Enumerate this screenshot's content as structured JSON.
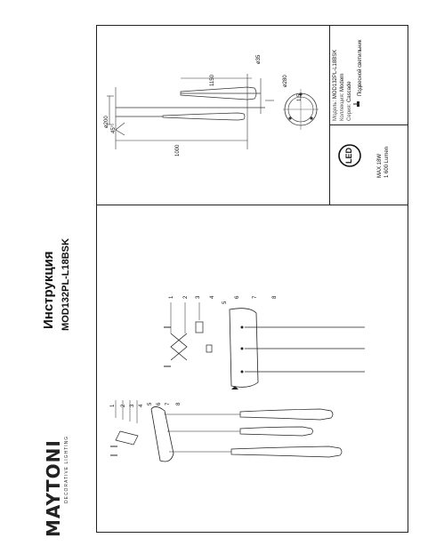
{
  "brand": {
    "name": "MAYTONI",
    "tagline": "DECORATIVE LIGHTING"
  },
  "document": {
    "title": "Инструкция",
    "model": "MOD132PL-L18BSK"
  },
  "title_block": {
    "model_label": "Модель:",
    "model_value": "MOD132PL-L18BSK",
    "collection_label": "Коллекция:",
    "collection_value": "Modern",
    "series_label": "Серия:",
    "series_value": "Cascade",
    "type_value": "Подвесной светильник",
    "power": "MAX 18W",
    "lumen": "1 600 Lumen",
    "led_badge": "LED"
  },
  "dimensions": {
    "length_top": "1150",
    "overall": "1000",
    "dia_left": "ø200",
    "angle": "45°",
    "dia_small": "ø35",
    "dia_circle": "ø280",
    "thread": "1,5"
  },
  "callouts": {
    "diagram1": [
      "1",
      "2",
      "3",
      "4",
      "5",
      "6",
      "7",
      "8"
    ],
    "diagram2": [
      "1",
      "2",
      "3",
      "4",
      "5",
      "6",
      "7",
      "8"
    ]
  }
}
